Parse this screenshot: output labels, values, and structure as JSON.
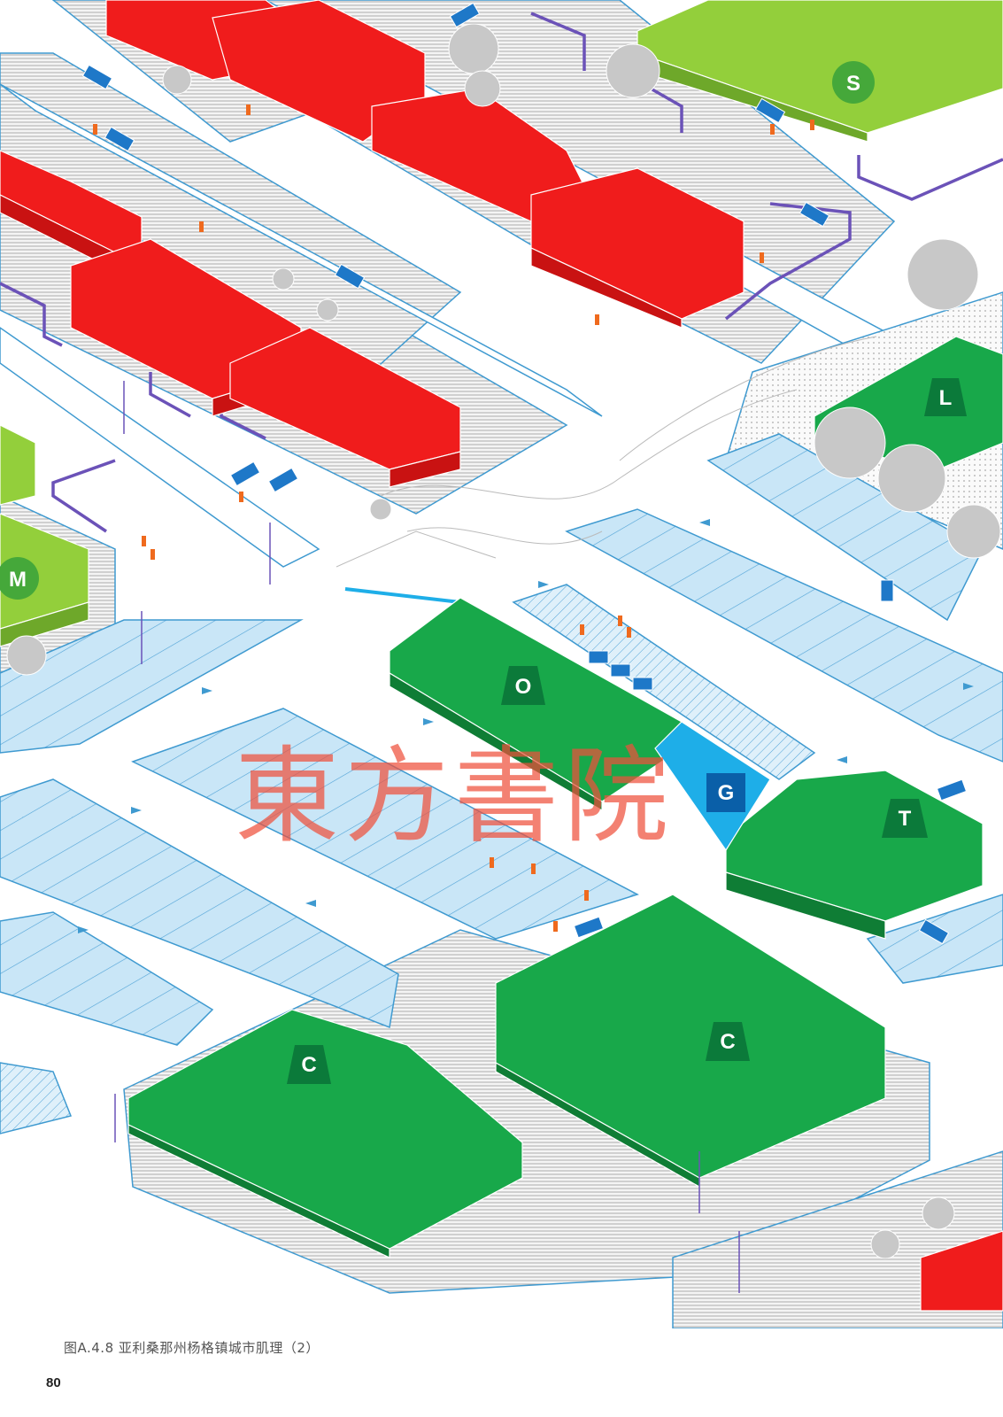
{
  "caption": "图A.4.8   亚利桑那州杨格镇城市肌理（2）",
  "page_number": "80",
  "watermark": "東方書院",
  "colors": {
    "residential": "#f01c1c",
    "commercial_dark": "#18a84a",
    "commercial_light": "#93cf3b",
    "parking": "#b9dcf2",
    "water": "#1eaee8",
    "outline": "#3f9ad0",
    "fence": "#6b52b8",
    "people": "#ef6a1e",
    "trees": "#c8c8c8",
    "road": "#ffffff"
  },
  "building_labels": [
    {
      "id": "s",
      "text": "S",
      "shape": "circle",
      "color": "#45a83a"
    },
    {
      "id": "m",
      "text": "M",
      "shape": "circle",
      "color": "#45a83a"
    },
    {
      "id": "l",
      "text": "L",
      "shape": "trapezoid",
      "color": "#0b7a3a"
    },
    {
      "id": "o",
      "text": "O",
      "shape": "trapezoid",
      "color": "#0b7a3a"
    },
    {
      "id": "g",
      "text": "G",
      "shape": "square",
      "color": "#0a5fa8"
    },
    {
      "id": "t",
      "text": "T",
      "shape": "trapezoid",
      "color": "#0b7a3a"
    },
    {
      "id": "c1",
      "text": "C",
      "shape": "trapezoid",
      "color": "#0b7a3a"
    },
    {
      "id": "c2",
      "text": "C",
      "shape": "trapezoid",
      "color": "#0b7a3a"
    }
  ]
}
